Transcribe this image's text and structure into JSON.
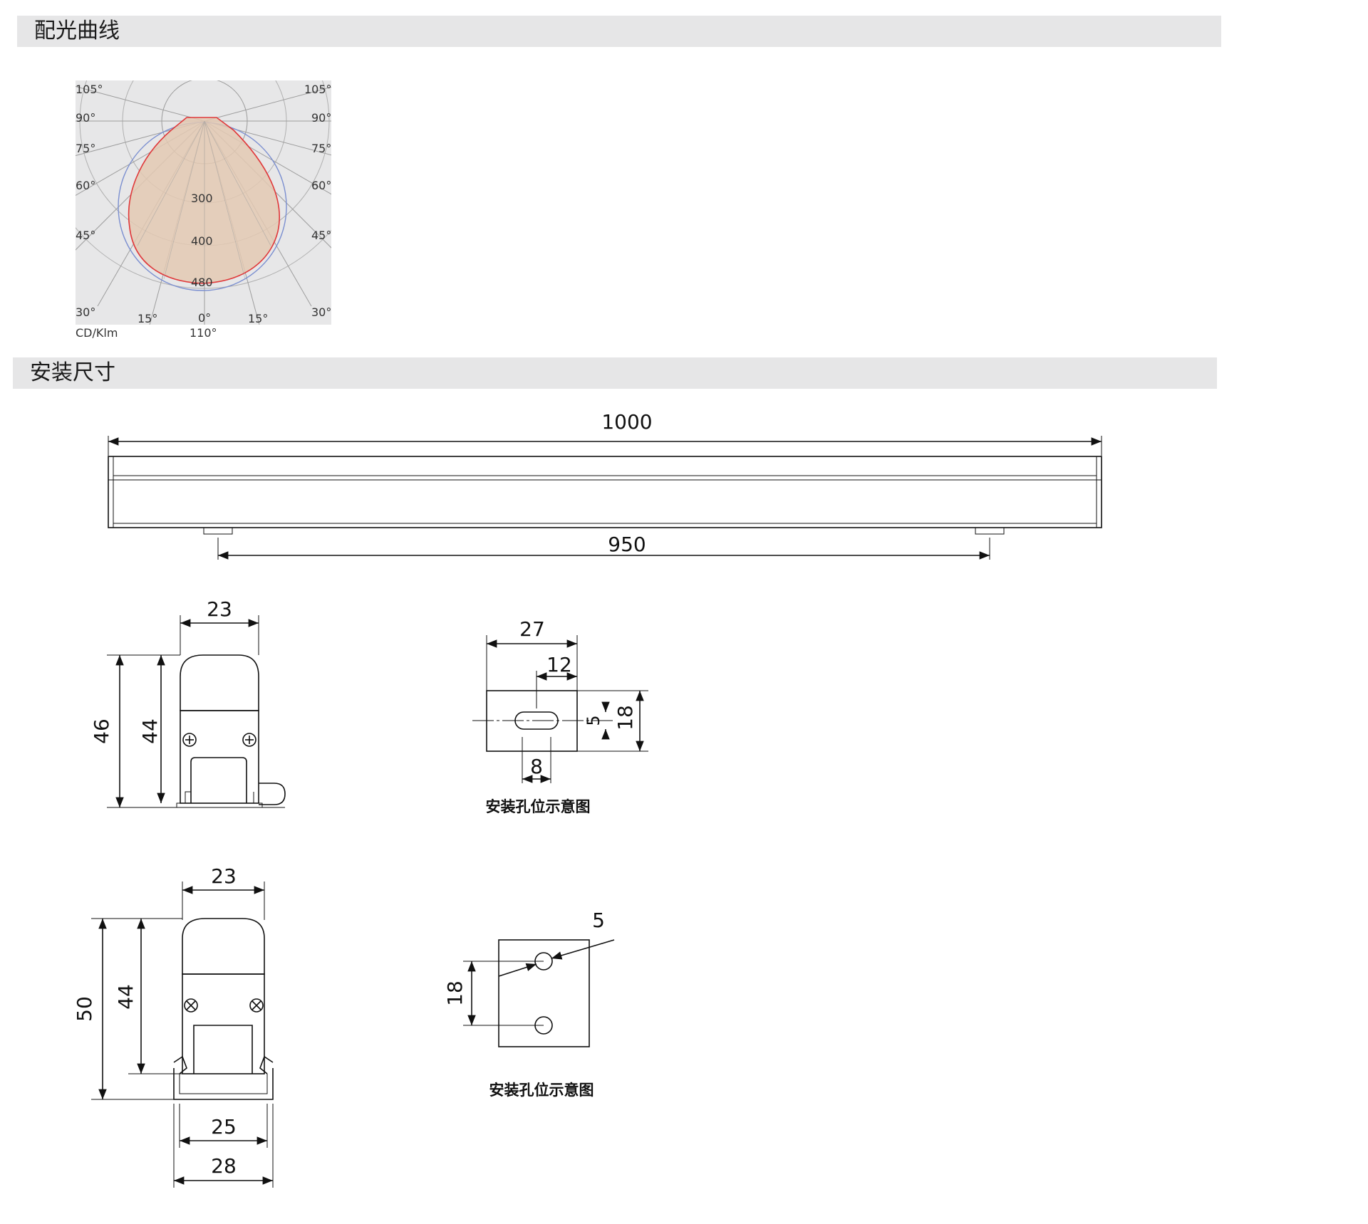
{
  "sections": {
    "light_distribution": "配光曲线",
    "installation_dimensions": "安装尺寸"
  },
  "polar_chart": {
    "angle_labels_left": [
      "105°",
      "90°",
      "75°",
      "60°",
      "45°",
      "30°",
      "15°"
    ],
    "angle_labels_right": [
      "105°",
      "90°",
      "75°",
      "60°",
      "45°",
      "30°",
      "15°"
    ],
    "center_label": "0°",
    "radial_labels": [
      "300",
      "400",
      "480"
    ],
    "unit_label": "CD/Klm",
    "beam_angle_label": "110°",
    "colors": {
      "curve_fill": "#e3c9b3",
      "curve_stroke": "#e0383a",
      "reference_circle": "#7b8fd0",
      "background": "#e7e7e8"
    }
  },
  "dimensions": {
    "total_length": "1000",
    "mounting_spacing": "950",
    "profile1": {
      "width": "23",
      "height_total": "46",
      "height_body": "44"
    },
    "bracket1": {
      "width": "27",
      "slot_offset": "12",
      "slot_height": "5",
      "height": "18",
      "slot_width": "8",
      "caption": "安装孔位示意图"
    },
    "profile2": {
      "width": "23",
      "height_total": "50",
      "height_body": "44",
      "channel_inner": "25",
      "channel_outer": "28"
    },
    "bracket2": {
      "hole_diameter": "5",
      "hole_spacing": "18",
      "caption": "安装孔位示意图"
    }
  }
}
